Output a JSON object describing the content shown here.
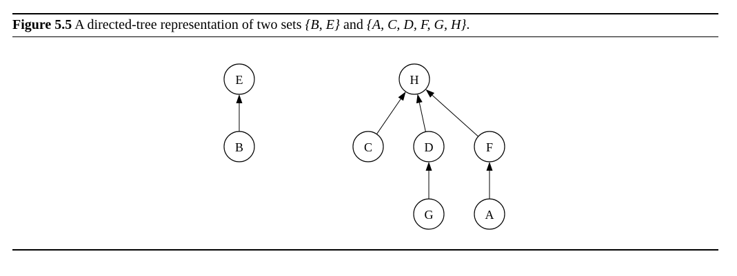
{
  "caption": {
    "label": "Figure 5.5",
    "text": "A directed-tree representation of two sets",
    "set1": "{B, E}",
    "conjunction": "and",
    "set2": "{A, C, D, F, G, H}",
    "end": "."
  },
  "diagram": {
    "nodes": [
      {
        "id": "E",
        "label": "E"
      },
      {
        "id": "B",
        "label": "B"
      },
      {
        "id": "H",
        "label": "H"
      },
      {
        "id": "C",
        "label": "C"
      },
      {
        "id": "D",
        "label": "D"
      },
      {
        "id": "F",
        "label": "F"
      },
      {
        "id": "G",
        "label": "G"
      },
      {
        "id": "A",
        "label": "A"
      }
    ],
    "edges": [
      {
        "from": "B",
        "to": "E"
      },
      {
        "from": "C",
        "to": "H"
      },
      {
        "from": "D",
        "to": "H"
      },
      {
        "from": "F",
        "to": "H"
      },
      {
        "from": "G",
        "to": "D"
      },
      {
        "from": "A",
        "to": "F"
      }
    ]
  }
}
